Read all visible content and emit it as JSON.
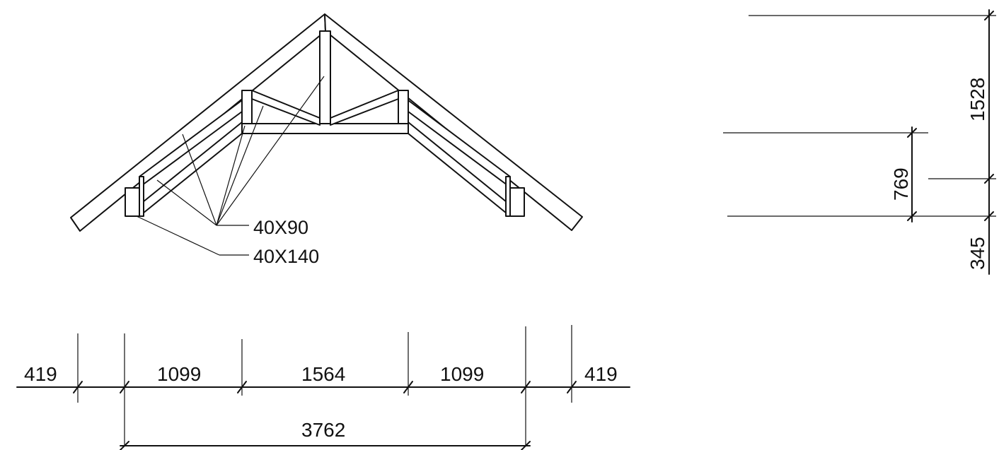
{
  "labels": {
    "member_small": "40X90",
    "member_large": "40X140"
  },
  "dimensions": {
    "horizontal_segments": [
      "419",
      "1099",
      "1564",
      "1099",
      "419"
    ],
    "horizontal_total": "3762",
    "vertical_upper": "1528",
    "vertical_middle": "769",
    "vertical_lower": "345"
  },
  "colors": {
    "line": "#111111",
    "background": "#ffffff"
  }
}
